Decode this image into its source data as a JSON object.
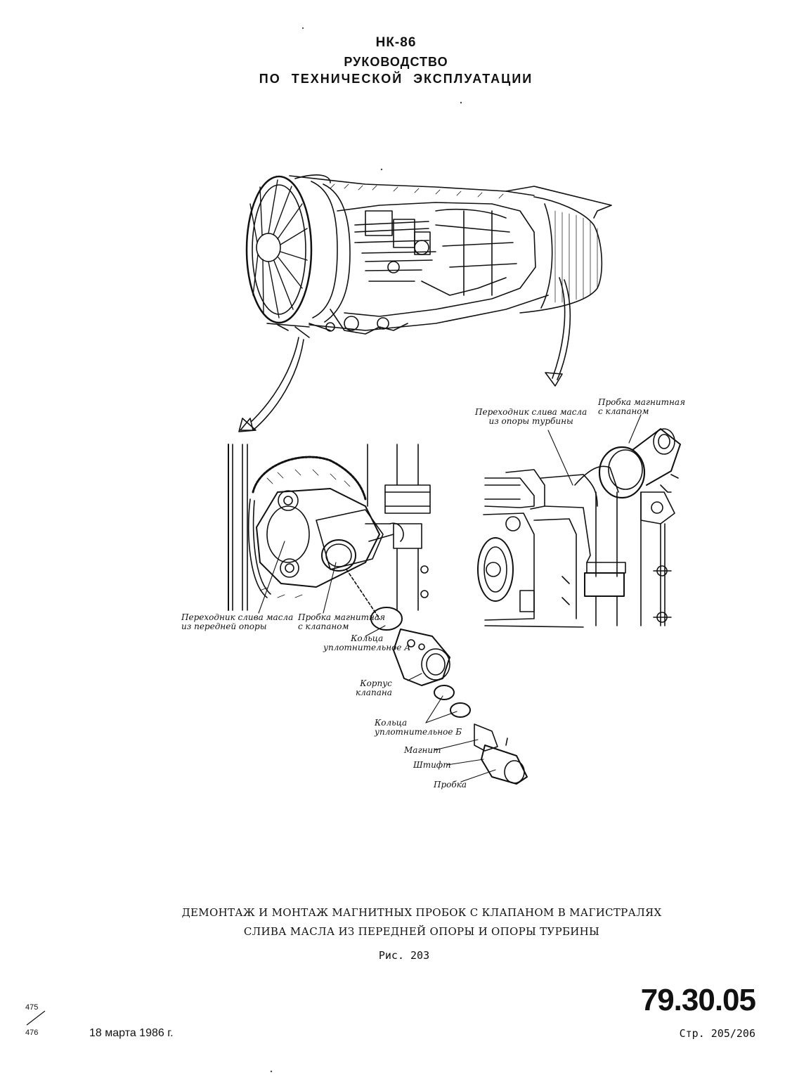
{
  "header": {
    "model": "НК-86",
    "title_line1": "РУКОВОДСТВО",
    "title_line2": "ПО ТЕХНИЧЕСКОЙ ЭКСПЛУАТАЦИИ"
  },
  "figure": {
    "labels": {
      "turbine_adapter": [
        "Переходник слива масла",
        "из опоры турбины"
      ],
      "turbine_plug": [
        "Пробка магнитная",
        "с клапаном"
      ],
      "front_adapter": [
        "Переходник слива масла",
        "из передней опоры"
      ],
      "front_plug": [
        "Пробка магнитная",
        "с клапаном"
      ],
      "rings_a": [
        "Кольца",
        "уплотнительное А"
      ],
      "valve_body": [
        "Корпус",
        "клапана"
      ],
      "rings_b": [
        "Кольца",
        "уплотнительное Б"
      ],
      "magnet": "Магнит",
      "pin": "Штифт",
      "plug": "Пробка"
    }
  },
  "caption": {
    "line1": "ДЕМОНТАЖ И МОНТАЖ МАГНИТНЫХ ПРОБОК С КЛАПАНОМ В МАГИСТРАЛЯХ",
    "line2": "СЛИВА МАСЛА ИЗ ПЕРЕДНЕЙ ОПОРЫ И ОПОРЫ ТУРБИНЫ",
    "figure_number": "Рис. 203"
  },
  "footer": {
    "doc_number": "79.30.05",
    "page_ref": "Стр. 205/206",
    "date": "18 марта 1986 г.",
    "page_top": "475",
    "page_bottom": "476"
  }
}
